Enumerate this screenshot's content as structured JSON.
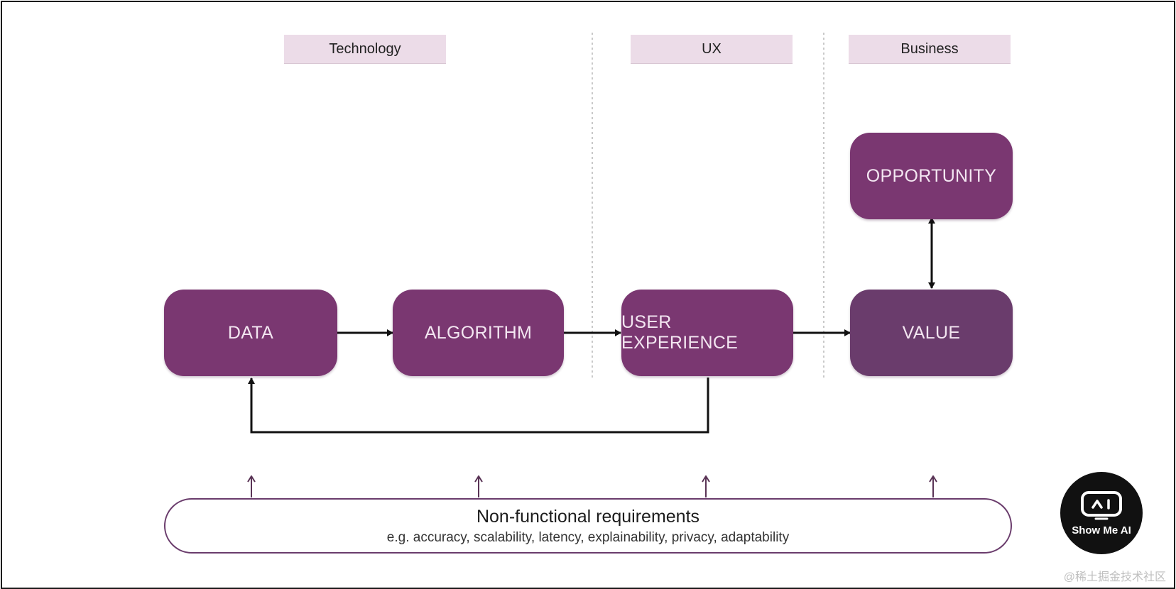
{
  "categories": {
    "technology": "Technology",
    "ux": "UX",
    "business": "Business"
  },
  "nodes": {
    "data": "DATA",
    "algorithm": "ALGORITHM",
    "user_experience": "USER EXPERIENCE",
    "value": "VALUE",
    "opportunity": "OPPORTUNITY"
  },
  "nfr": {
    "title": "Non-functional requirements",
    "subtitle": "e.g. accuracy, scalability, latency, explainability, privacy, adaptability"
  },
  "badge": {
    "label": "Show Me AI"
  },
  "watermark": "@稀土掘金技术社区",
  "colors": {
    "node": "#7a3771",
    "node_value": "#6a3c6c",
    "category_bg": "#ecdce8",
    "arrow": "#111111"
  }
}
